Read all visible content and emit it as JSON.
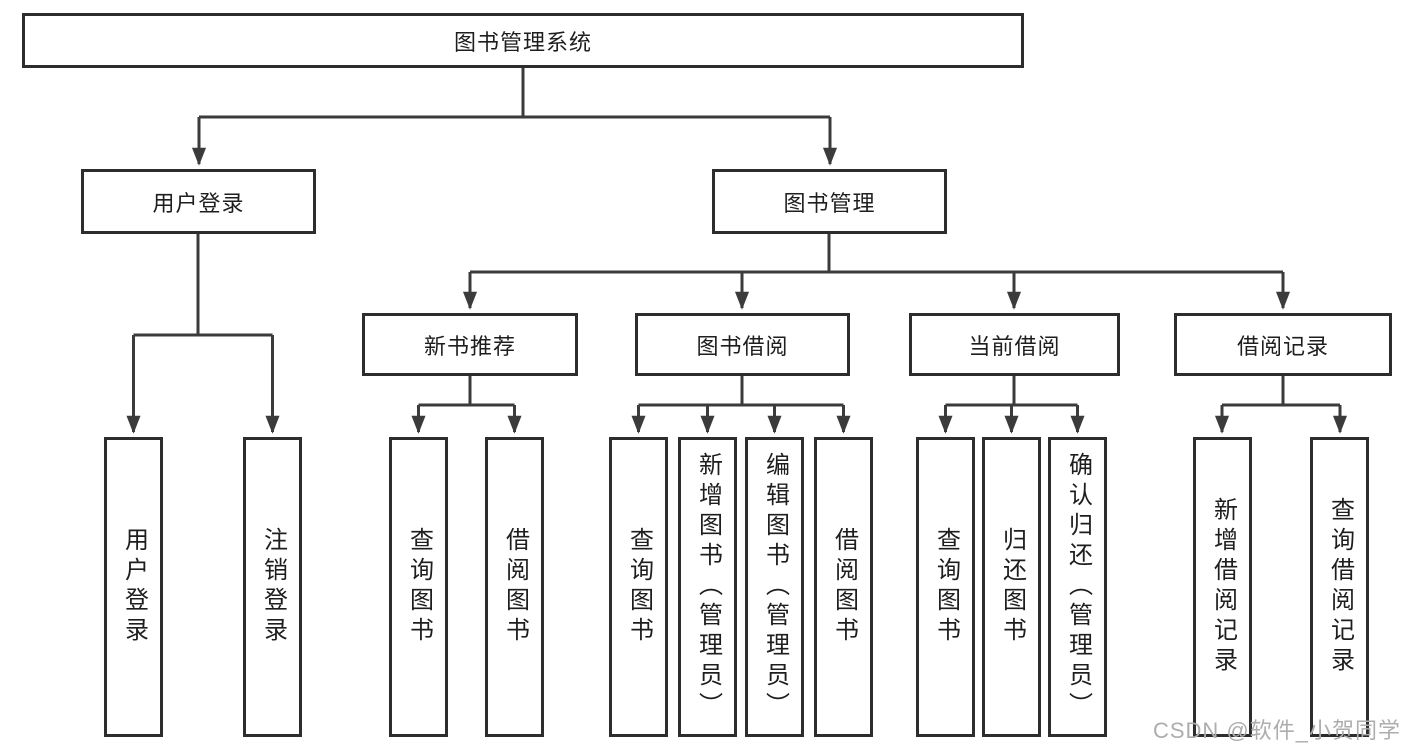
{
  "diagram": {
    "root": {
      "label": "图书管理系统"
    },
    "branches": [
      {
        "label": "用户登录",
        "children": [
          {
            "label": "用户登录"
          },
          {
            "label": "注销登录"
          }
        ]
      },
      {
        "label": "图书管理",
        "children": [
          {
            "label": "新书推荐",
            "children": [
              {
                "label": "查询图书"
              },
              {
                "label": "借阅图书"
              }
            ]
          },
          {
            "label": "图书借阅",
            "children": [
              {
                "label": "查询图书"
              },
              {
                "label": "新增图书（管理员）"
              },
              {
                "label": "编辑图书（管理员）"
              },
              {
                "label": "借阅图书"
              }
            ]
          },
          {
            "label": "当前借阅",
            "children": [
              {
                "label": "查询图书"
              },
              {
                "label": "归还图书"
              },
              {
                "label": "确认归还（管理员）"
              }
            ]
          },
          {
            "label": "借阅记录",
            "children": [
              {
                "label": "新增借阅记录"
              },
              {
                "label": "查询借阅记录"
              }
            ]
          }
        ]
      }
    ]
  },
  "watermark": {
    "text": "CSDN @软件_小贺同学"
  },
  "colors": {
    "line": "#3b3b3b",
    "border": "#2d2d2d",
    "text": "#1e1e1e",
    "watermark": "#adadad"
  }
}
